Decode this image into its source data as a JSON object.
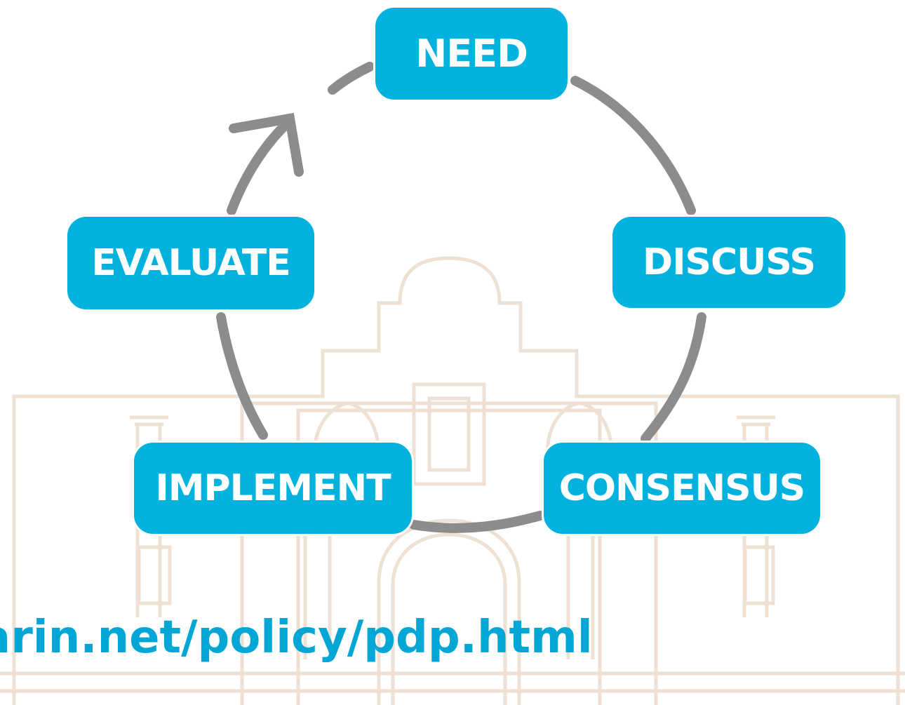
{
  "colors": {
    "box_fill": "#00b2dd",
    "box_text": "#ffffff",
    "arrow": "#8c8c8c",
    "url_text": "#00a7d6",
    "background_building": "#eee1d4"
  },
  "diagram": {
    "steps": [
      {
        "label": "NEED"
      },
      {
        "label": "DISCUSS"
      },
      {
        "label": "CONSENSUS"
      },
      {
        "label": "IMPLEMENT"
      },
      {
        "label": "EVALUATE"
      }
    ],
    "url": "arin.net/policy/pdp.html"
  },
  "icons": {
    "background": "alamo-building-outline-icon",
    "cycle_arrow": "arrow-head-icon"
  }
}
